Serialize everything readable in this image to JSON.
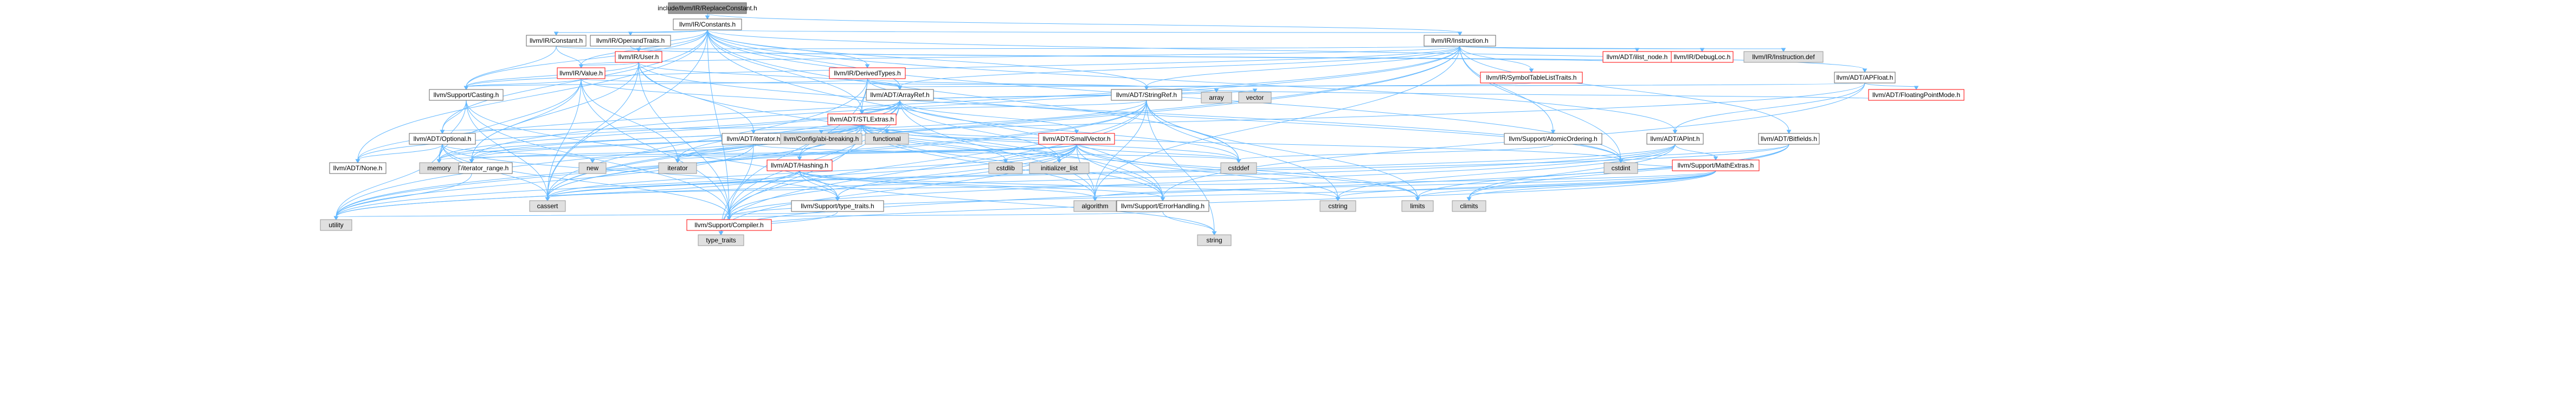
{
  "colors": {
    "root_fill": "#999999",
    "documented_fill": "#ffffff",
    "documented_stroke": "#ff0000",
    "external_fill": "#e0e0e0",
    "external_stroke": "#999999",
    "plain_stroke": "#666666",
    "edge": "#63b8ff",
    "text": "#000000"
  },
  "nodes": [
    {
      "id": "root",
      "label": "include/llvm/IR/ReplaceConstant.h",
      "kind": "root"
    },
    {
      "id": "constants",
      "label": "llvm/IR/Constants.h",
      "kind": "plain"
    },
    {
      "id": "constant",
      "label": "llvm/IR/Constant.h",
      "kind": "plain"
    },
    {
      "id": "operandtraits",
      "label": "llvm/IR/OperandTraits.h",
      "kind": "plain"
    },
    {
      "id": "user",
      "label": "llvm/IR/User.h",
      "kind": "red"
    },
    {
      "id": "derivedtypes",
      "label": "llvm/IR/DerivedTypes.h",
      "kind": "red"
    },
    {
      "id": "instruction",
      "label": "llvm/IR/Instruction.h",
      "kind": "plain"
    },
    {
      "id": "value",
      "label": "llvm/IR/Value.h",
      "kind": "red"
    },
    {
      "id": "casting",
      "label": "llvm/Support/Casting.h",
      "kind": "plain"
    },
    {
      "id": "arrayref",
      "label": "llvm/ADT/ArrayRef.h",
      "kind": "plain"
    },
    {
      "id": "stringref",
      "label": "llvm/ADT/StringRef.h",
      "kind": "plain"
    },
    {
      "id": "stlextras",
      "label": "llvm/ADT/STLExtras.h",
      "kind": "red"
    },
    {
      "id": "ilistnode",
      "label": "llvm/ADT/ilist_node.h",
      "kind": "red"
    },
    {
      "id": "debugloc",
      "label": "llvm/IR/DebugLoc.h",
      "kind": "red"
    },
    {
      "id": "instdef",
      "label": "llvm/IR/Instruction.def",
      "kind": "ext"
    },
    {
      "id": "symtab",
      "label": "llvm/IR/SymbolTableListTraits.h",
      "kind": "red"
    },
    {
      "id": "apfloat",
      "label": "llvm/ADT/APFloat.h",
      "kind": "plain"
    },
    {
      "id": "fpmode",
      "label": "llvm/ADT/FloatingPointMode.h",
      "kind": "red"
    },
    {
      "id": "atomicordering",
      "label": "llvm/Support/AtomicOrdering.h",
      "kind": "plain"
    },
    {
      "id": "apint",
      "label": "llvm/ADT/APInt.h",
      "kind": "plain"
    },
    {
      "id": "bitfields",
      "label": "llvm/ADT/Bitfields.h",
      "kind": "plain"
    },
    {
      "id": "optional",
      "label": "llvm/ADT/Optional.h",
      "kind": "plain"
    },
    {
      "id": "iteratorh",
      "label": "llvm/ADT/iterator.h",
      "kind": "plain"
    },
    {
      "id": "configabi",
      "label": "llvm/Config/abi-breaking.h",
      "kind": "ext"
    },
    {
      "id": "functional",
      "label": "functional",
      "kind": "ext"
    },
    {
      "id": "smallvector",
      "label": "llvm/ADT/SmallVector.h",
      "kind": "red"
    },
    {
      "id": "hashing",
      "label": "llvm/ADT/Hashing.h",
      "kind": "red"
    },
    {
      "id": "mathextras",
      "label": "llvm/Support/MathExtras.h",
      "kind": "red"
    },
    {
      "id": "none",
      "label": "llvm/ADT/None.h",
      "kind": "plain"
    },
    {
      "id": "itrange",
      "label": "llvm/ADT/iterator_range.h",
      "kind": "plain"
    },
    {
      "id": "typetraits",
      "label": "llvm/Support/type_traits.h",
      "kind": "plain"
    },
    {
      "id": "errorhandling",
      "label": "llvm/Support/ErrorHandling.h",
      "kind": "plain"
    },
    {
      "id": "compiler",
      "label": "llvm/Support/Compiler.h",
      "kind": "red"
    },
    {
      "id": "array",
      "label": "array",
      "kind": "ext"
    },
    {
      "id": "vector",
      "label": "vector",
      "kind": "ext"
    },
    {
      "id": "memory",
      "label": "memory",
      "kind": "ext"
    },
    {
      "id": "new",
      "label": "new",
      "kind": "ext"
    },
    {
      "id": "iterator",
      "label": "iterator",
      "kind": "ext"
    },
    {
      "id": "cstdlib",
      "label": "cstdlib",
      "kind": "ext"
    },
    {
      "id": "initlist",
      "label": "initializer_list",
      "kind": "ext"
    },
    {
      "id": "cstddef",
      "label": "cstddef",
      "kind": "ext"
    },
    {
      "id": "cstring",
      "label": "cstring",
      "kind": "ext"
    },
    {
      "id": "limits",
      "label": "limits",
      "kind": "ext"
    },
    {
      "id": "climits",
      "label": "climits",
      "kind": "ext"
    },
    {
      "id": "cstdint",
      "label": "cstdint",
      "kind": "ext"
    },
    {
      "id": "cassert",
      "label": "cassert",
      "kind": "ext"
    },
    {
      "id": "algorithm",
      "label": "algorithm",
      "kind": "ext"
    },
    {
      "id": "utility",
      "label": "utility",
      "kind": "ext"
    },
    {
      "id": "typetraitsstd",
      "label": "type_traits",
      "kind": "ext"
    },
    {
      "id": "string",
      "label": "string",
      "kind": "ext"
    }
  ],
  "edges": [
    [
      "root",
      "constants"
    ],
    [
      "root",
      "instruction"
    ],
    [
      "constants",
      "constant"
    ],
    [
      "constants",
      "operandtraits"
    ],
    [
      "constants",
      "user"
    ],
    [
      "constants",
      "derivedtypes"
    ],
    [
      "constants",
      "instruction"
    ],
    [
      "constants",
      "value"
    ],
    [
      "constants",
      "casting"
    ],
    [
      "constants",
      "arrayref"
    ],
    [
      "constants",
      "stringref"
    ],
    [
      "constants",
      "stlextras"
    ],
    [
      "constants",
      "apfloat"
    ],
    [
      "constants",
      "apint"
    ],
    [
      "constants",
      "none"
    ],
    [
      "constants",
      "optional"
    ],
    [
      "constants",
      "compiler"
    ],
    [
      "constants",
      "errorhandling"
    ],
    [
      "constants",
      "cassert"
    ],
    [
      "constants",
      "cstddef"
    ],
    [
      "constants",
      "cstdint"
    ],
    [
      "constant",
      "user"
    ],
    [
      "constant",
      "value"
    ],
    [
      "constant",
      "casting"
    ],
    [
      "operandtraits",
      "user"
    ],
    [
      "user",
      "value"
    ],
    [
      "user",
      "casting"
    ],
    [
      "user",
      "arrayref"
    ],
    [
      "user",
      "iteratorh"
    ],
    [
      "user",
      "itrange"
    ],
    [
      "user",
      "compiler"
    ],
    [
      "user",
      "errorhandling"
    ],
    [
      "user",
      "cassert"
    ],
    [
      "user",
      "cstdint"
    ],
    [
      "derivedtypes",
      "arrayref"
    ],
    [
      "derivedtypes",
      "stlextras"
    ],
    [
      "derivedtypes",
      "stringref"
    ],
    [
      "derivedtypes",
      "casting"
    ],
    [
      "derivedtypes",
      "compiler"
    ],
    [
      "derivedtypes",
      "cassert"
    ],
    [
      "derivedtypes",
      "cstdint"
    ],
    [
      "instruction",
      "user"
    ],
    [
      "instruction",
      "value"
    ],
    [
      "instruction",
      "arrayref"
    ],
    [
      "instruction",
      "stringref"
    ],
    [
      "instruction",
      "none"
    ],
    [
      "instruction",
      "ilistnode"
    ],
    [
      "instruction",
      "debugloc"
    ],
    [
      "instruction",
      "instdef"
    ],
    [
      "instruction",
      "symtab"
    ],
    [
      "instruction",
      "atomicordering"
    ],
    [
      "instruction",
      "bitfields"
    ],
    [
      "instruction",
      "casting"
    ],
    [
      "instruction",
      "cstdint"
    ],
    [
      "instruction",
      "utility"
    ],
    [
      "instruction",
      "algorithm"
    ],
    [
      "instruction",
      "itrange"
    ],
    [
      "instruction",
      "cassert"
    ],
    [
      "value",
      "casting"
    ],
    [
      "value",
      "stlextras"
    ],
    [
      "value",
      "stringref"
    ],
    [
      "value",
      "iterator"
    ],
    [
      "value",
      "memory"
    ],
    [
      "value",
      "compiler"
    ],
    [
      "value",
      "cassert"
    ],
    [
      "value",
      "itrange"
    ],
    [
      "casting",
      "typetraits"
    ],
    [
      "casting",
      "cassert"
    ],
    [
      "casting",
      "memory"
    ],
    [
      "casting",
      "optional"
    ],
    [
      "casting",
      "compiler"
    ],
    [
      "arrayref",
      "hashing"
    ],
    [
      "arrayref",
      "none"
    ],
    [
      "arrayref",
      "smallvector"
    ],
    [
      "arrayref",
      "stlextras"
    ],
    [
      "arrayref",
      "compiler"
    ],
    [
      "arrayref",
      "algorithm"
    ],
    [
      "arrayref",
      "array"
    ],
    [
      "arrayref",
      "cassert"
    ],
    [
      "arrayref",
      "cstddef"
    ],
    [
      "arrayref",
      "initlist"
    ],
    [
      "arrayref",
      "iterator"
    ],
    [
      "arrayref",
      "memory"
    ],
    [
      "arrayref",
      "typetraitsstd"
    ],
    [
      "arrayref",
      "vector"
    ],
    [
      "stringref",
      "stlextras"
    ],
    [
      "stringref",
      "itrange"
    ],
    [
      "stringref",
      "compiler"
    ],
    [
      "stringref",
      "algorithm"
    ],
    [
      "stringref",
      "cassert"
    ],
    [
      "stringref",
      "cstddef"
    ],
    [
      "stringref",
      "cstring"
    ],
    [
      "stringref",
      "limits"
    ],
    [
      "stringref",
      "string"
    ],
    [
      "stringref",
      "typetraitsstd"
    ],
    [
      "stringref",
      "utility"
    ],
    [
      "stlextras",
      "hashing"
    ],
    [
      "stlextras",
      "optional"
    ],
    [
      "stlextras",
      "iteratorh"
    ],
    [
      "stlextras",
      "itrange"
    ],
    [
      "stlextras",
      "configabi"
    ],
    [
      "stlextras",
      "errorhandling"
    ],
    [
      "stlextras",
      "algorithm"
    ],
    [
      "stlextras",
      "cassert"
    ],
    [
      "stlextras",
      "cstddef"
    ],
    [
      "stlextras",
      "cstdint"
    ],
    [
      "stlextras",
      "cstdlib"
    ],
    [
      "stlextras",
      "functional"
    ],
    [
      "stlextras",
      "initlist"
    ],
    [
      "stlextras",
      "iterator"
    ],
    [
      "stlextras",
      "limits"
    ],
    [
      "stlextras",
      "memory"
    ],
    [
      "stlextras",
      "tuple"
    ],
    [
      "stlextras",
      "typetraitsstd"
    ],
    [
      "stlextras",
      "utility"
    ],
    [
      "symtab",
      "stringref"
    ],
    [
      "apfloat",
      "apint"
    ],
    [
      "apfloat",
      "arrayref"
    ],
    [
      "apfloat",
      "fpmode"
    ],
    [
      "apfloat",
      "errorhandling"
    ],
    [
      "apfloat",
      "memory"
    ],
    [
      "apint",
      "compiler"
    ],
    [
      "apint",
      "mathextras"
    ],
    [
      "apint",
      "cassert"
    ],
    [
      "apint",
      "climits"
    ],
    [
      "apint",
      "cstring"
    ],
    [
      "apint",
      "utility"
    ],
    [
      "bitfields",
      "cassert"
    ],
    [
      "bitfields",
      "climits"
    ],
    [
      "bitfields",
      "cstdint"
    ],
    [
      "bitfields",
      "limits"
    ],
    [
      "bitfields",
      "typetraitsstd"
    ],
    [
      "atomicordering",
      "cstddef"
    ],
    [
      "optional",
      "none"
    ],
    [
      "optional",
      "stlforwardcompat"
    ],
    [
      "optional",
      "compiler"
    ],
    [
      "optional",
      "typetraits"
    ],
    [
      "optional",
      "cassert"
    ],
    [
      "optional",
      "memory"
    ],
    [
      "optional",
      "new"
    ],
    [
      "optional",
      "utility"
    ],
    [
      "iteratorh",
      "itrange"
    ],
    [
      "iteratorh",
      "cstddef"
    ],
    [
      "iteratorh",
      "iterator"
    ],
    [
      "iteratorh",
      "typetraitsstd"
    ],
    [
      "iteratorh",
      "utility"
    ],
    [
      "itrange",
      "utility"
    ],
    [
      "smallvector",
      "compiler"
    ],
    [
      "smallvector",
      "typetraits"
    ],
    [
      "smallvector",
      "algorithm"
    ],
    [
      "smallvector",
      "cassert"
    ],
    [
      "smallvector",
      "cstddef"
    ],
    [
      "smallvector",
      "cstdlib"
    ],
    [
      "smallvector",
      "cstring"
    ],
    [
      "smallvector",
      "functional"
    ],
    [
      "smallvector",
      "initlist"
    ],
    [
      "smallvector",
      "iterator"
    ],
    [
      "smallvector",
      "limits"
    ],
    [
      "smallvector",
      "memory"
    ],
    [
      "smallvector",
      "new"
    ],
    [
      "smallvector",
      "typetraitsstd"
    ],
    [
      "smallvector",
      "utility"
    ],
    [
      "smallvector",
      "errorhandling"
    ],
    [
      "hashing",
      "errorhandling"
    ],
    [
      "hashing",
      "typetraits"
    ],
    [
      "hashing",
      "algorithm"
    ],
    [
      "hashing",
      "cassert"
    ],
    [
      "hashing",
      "cstring"
    ],
    [
      "hashing",
      "string"
    ],
    [
      "hashing",
      "utility"
    ],
    [
      "mathextras",
      "compiler"
    ],
    [
      "mathextras",
      "cassert"
    ],
    [
      "mathextras",
      "climits"
    ],
    [
      "mathextras",
      "cstring"
    ],
    [
      "mathextras",
      "limits"
    ],
    [
      "mathextras",
      "typetraitsstd"
    ],
    [
      "mathextras",
      "cstdint"
    ],
    [
      "mathextras",
      "algorithm"
    ],
    [
      "typetraits",
      "typetraitsstd"
    ],
    [
      "typetraits",
      "utility"
    ],
    [
      "errorhandling",
      "compiler"
    ],
    [
      "errorhandling",
      "string"
    ],
    [
      "fpmode",
      "stringref"
    ],
    [
      "ilistnode",
      "user"
    ],
    [
      "debugloc",
      "user"
    ]
  ]
}
